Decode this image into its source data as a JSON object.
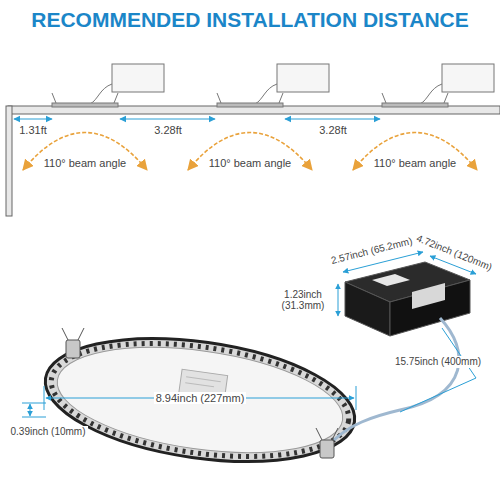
{
  "diagram": {
    "title": "RECOMMENDED INSTALLATION DISTANCE",
    "labels": [
      "1.31ft",
      "3.28ft",
      "3.28ft",
      "110° beam angle",
      "110° beam angle",
      "110° beam angle",
      "2.57inch (65.2mm)",
      "4.72inch (120mm)",
      "1.23inch (31.3mm)",
      "15.75inch (400mm)",
      "0.39inch (10mm)",
      "8.94inch (227mm)"
    ]
  }
}
